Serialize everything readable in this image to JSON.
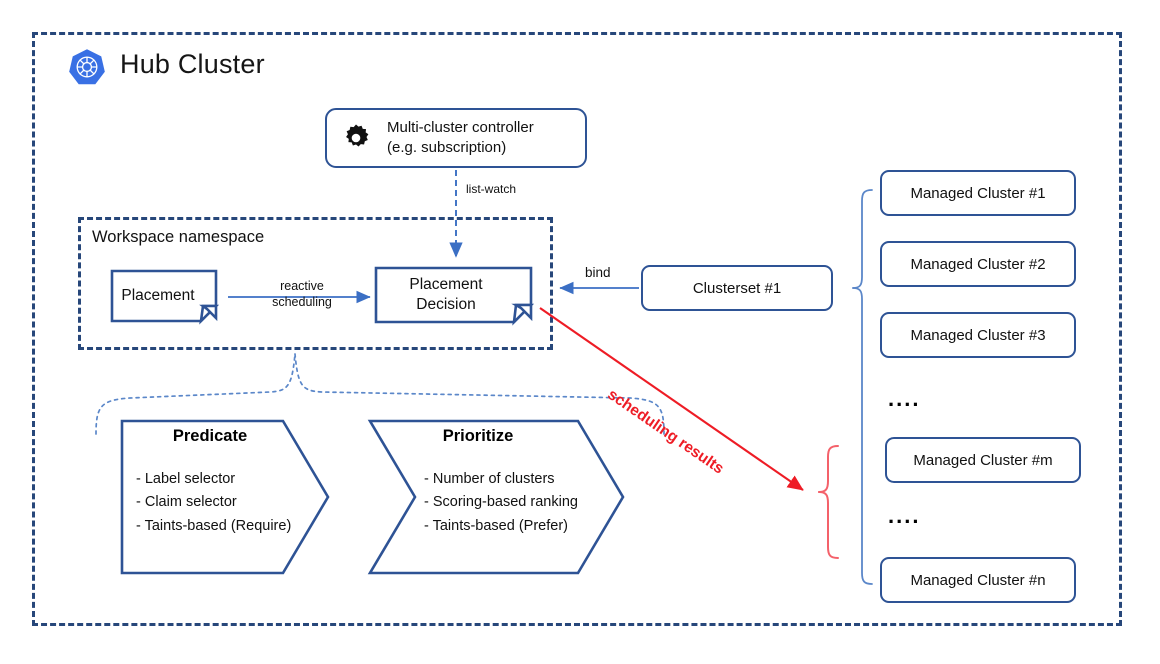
{
  "hub": {
    "title": "Hub Cluster",
    "logo_icon": "kubernetes-helm-icon",
    "border_color": "#27477a"
  },
  "controller": {
    "icon": "gear-icon",
    "line1": "Multi-cluster controller",
    "line2": "(e.g. subscription)"
  },
  "workspace": {
    "label": "Workspace namespace",
    "placement": "Placement",
    "placement_decision_line1": "Placement",
    "placement_decision_line2": "Decision"
  },
  "edges": {
    "list_watch": "list-watch",
    "reactive_scheduling_line1": "reactive",
    "reactive_scheduling_line2": "scheduling",
    "bind": "bind",
    "scheduling_results": "scheduling results",
    "scheduling_results_color": "#ee1c25"
  },
  "clusterset": {
    "label": "Clusterset #1"
  },
  "managed_clusters": [
    {
      "label": "Managed Cluster #1"
    },
    {
      "label": "Managed Cluster #2"
    },
    {
      "label": "Managed Cluster #3"
    },
    {
      "label": "Managed Cluster #m"
    },
    {
      "label": "Managed Cluster #n"
    }
  ],
  "ellipses": {
    "top": "....",
    "bottom": "...."
  },
  "scheduler_stages": [
    {
      "title": "Predicate",
      "items": "- Label selector\n- Claim selector\n- Taints-based (Require)"
    },
    {
      "title": "Prioritize",
      "items": "- Number of clusters\n-  Scoring-based ranking\n- Taints-based (Prefer)"
    }
  ],
  "colors": {
    "box_stroke": "#2e5395",
    "dashed_stroke": "#27477a",
    "arrow_blue": "#3b6fc4",
    "red": "#ee1c25",
    "brace_blue": "#5b87c9",
    "k8s_blue": "#3970e4"
  }
}
